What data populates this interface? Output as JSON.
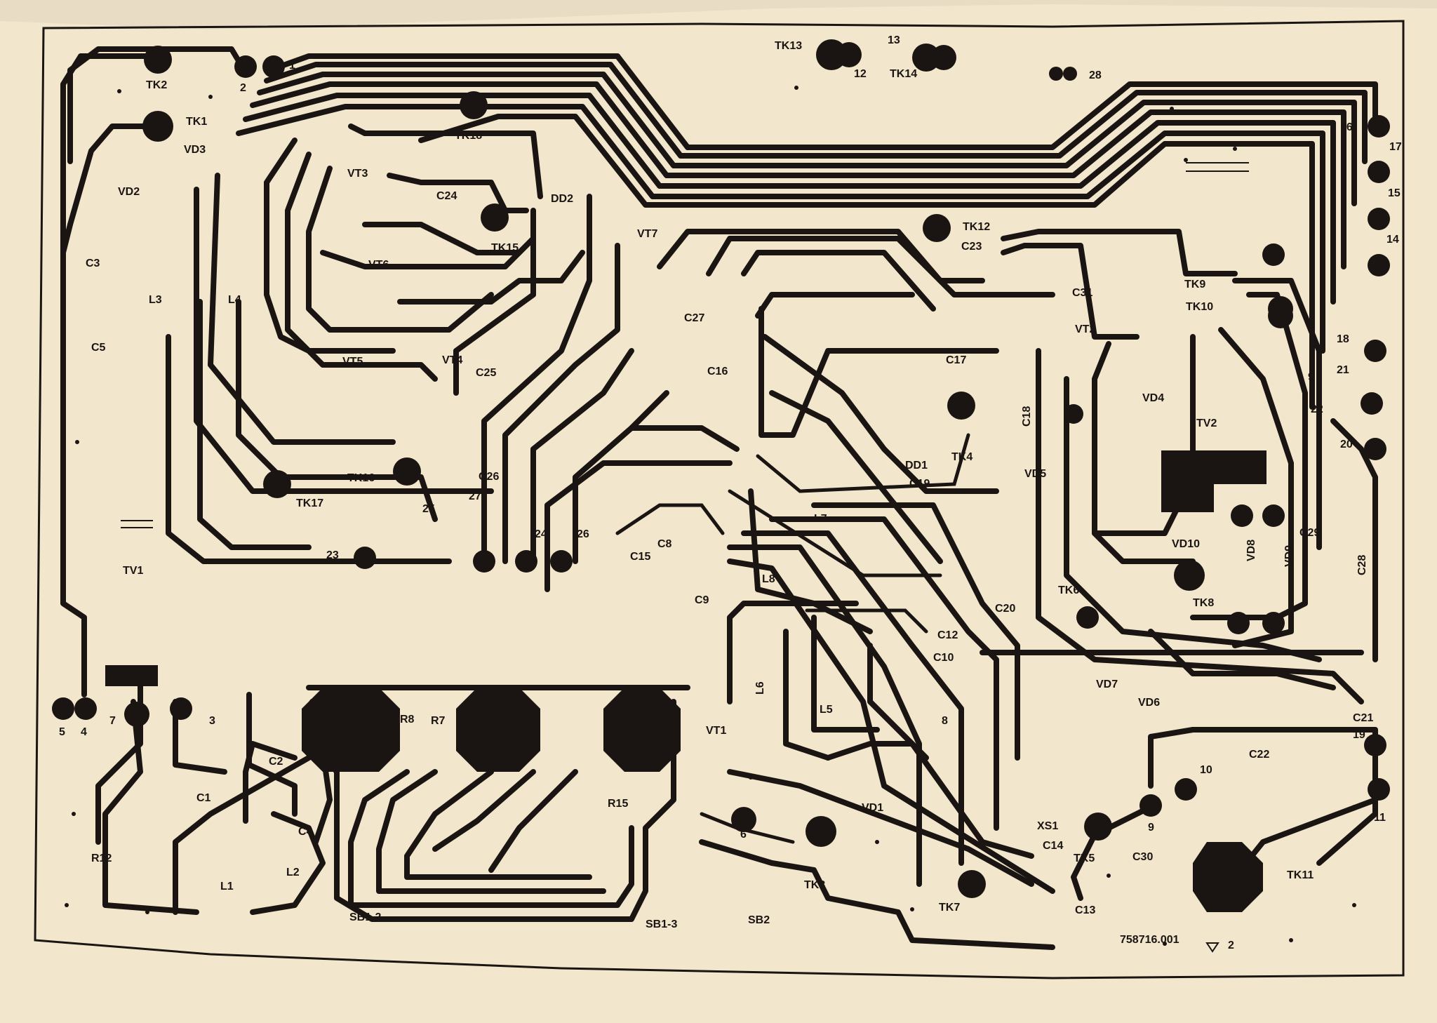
{
  "board": {
    "labels": [
      {
        "id": "tk2",
        "text": "TK2"
      },
      {
        "id": "tk1",
        "text": "TK1"
      },
      {
        "id": "vd3",
        "text": "VD3"
      },
      {
        "id": "vd2",
        "text": "VD2"
      },
      {
        "id": "c3",
        "text": "C3"
      },
      {
        "id": "l3",
        "text": "L3"
      },
      {
        "id": "l4",
        "text": "L4"
      },
      {
        "id": "c5",
        "text": "C5"
      },
      {
        "id": "vt3",
        "text": "VT3"
      },
      {
        "id": "tk18",
        "text": "TK18"
      },
      {
        "id": "c24",
        "text": "C24"
      },
      {
        "id": "dd2",
        "text": "DD2"
      },
      {
        "id": "tk15",
        "text": "TK15"
      },
      {
        "id": "vt6",
        "text": "VT6"
      },
      {
        "id": "vt7",
        "text": "VT7"
      },
      {
        "id": "c27",
        "text": "C27"
      },
      {
        "id": "vt5",
        "text": "VT5"
      },
      {
        "id": "vt4",
        "text": "VT4"
      },
      {
        "id": "c25",
        "text": "C25"
      },
      {
        "id": "c16",
        "text": "C16"
      },
      {
        "id": "tk13",
        "text": "TK13"
      },
      {
        "id": "n12",
        "text": "12"
      },
      {
        "id": "n13",
        "text": "13"
      },
      {
        "id": "tk14",
        "text": "TK14"
      },
      {
        "id": "n28",
        "text": "28"
      },
      {
        "id": "tk12",
        "text": "TK12"
      },
      {
        "id": "c23",
        "text": "C23"
      },
      {
        "id": "c31",
        "text": "C31"
      },
      {
        "id": "vt2",
        "text": "VT2"
      },
      {
        "id": "c17",
        "text": "C17"
      },
      {
        "id": "c18",
        "text": "C18"
      },
      {
        "id": "tk9",
        "text": "TK9"
      },
      {
        "id": "tk10",
        "text": "TK10"
      },
      {
        "id": "n16",
        "text": "16"
      },
      {
        "id": "n17",
        "text": "17"
      },
      {
        "id": "n15",
        "text": "15"
      },
      {
        "id": "n14",
        "text": "14"
      },
      {
        "id": "n18",
        "text": "18"
      },
      {
        "id": "n21",
        "text": "21"
      },
      {
        "id": "n9a",
        "text": "9"
      },
      {
        "id": "n22",
        "text": "22"
      },
      {
        "id": "vd4",
        "text": "VD4"
      },
      {
        "id": "tv2",
        "text": "TV2"
      },
      {
        "id": "n20",
        "text": "20"
      },
      {
        "id": "tk4",
        "text": "TK4"
      },
      {
        "id": "dd1",
        "text": "DD1"
      },
      {
        "id": "c19",
        "text": "C19"
      },
      {
        "id": "vd5",
        "text": "VD5"
      },
      {
        "id": "tk16",
        "text": "TK16"
      },
      {
        "id": "tk17",
        "text": "TK17"
      },
      {
        "id": "c26",
        "text": "C26"
      },
      {
        "id": "n25",
        "text": "25"
      },
      {
        "id": "n27",
        "text": "27"
      },
      {
        "id": "n23",
        "text": "23"
      },
      {
        "id": "n24",
        "text": "24"
      },
      {
        "id": "n26",
        "text": "26"
      },
      {
        "id": "c15",
        "text": "C15"
      },
      {
        "id": "c8",
        "text": "C8"
      },
      {
        "id": "l7",
        "text": "L7"
      },
      {
        "id": "l8",
        "text": "L8"
      },
      {
        "id": "c9",
        "text": "C9"
      },
      {
        "id": "tv1",
        "text": "TV1"
      },
      {
        "id": "vd10",
        "text": "VD10"
      },
      {
        "id": "vd8",
        "text": "VD8"
      },
      {
        "id": "vd9",
        "text": "VD9"
      },
      {
        "id": "c29",
        "text": "C29"
      },
      {
        "id": "c28",
        "text": "C28"
      },
      {
        "id": "tk6",
        "text": "TK6"
      },
      {
        "id": "tk8",
        "text": "TK8"
      },
      {
        "id": "c20",
        "text": "C20"
      },
      {
        "id": "c12",
        "text": "C12"
      },
      {
        "id": "c10",
        "text": "C10"
      },
      {
        "id": "vd7",
        "text": "VD7"
      },
      {
        "id": "vd6",
        "text": "VD6"
      },
      {
        "id": "c21",
        "text": "C21"
      },
      {
        "id": "n19",
        "text": "19"
      },
      {
        "id": "n5",
        "text": "5"
      },
      {
        "id": "n4",
        "text": "4"
      },
      {
        "id": "n7",
        "text": "7"
      },
      {
        "id": "n3",
        "text": "3"
      },
      {
        "id": "r8",
        "text": "R8"
      },
      {
        "id": "r7",
        "text": "R7"
      },
      {
        "id": "l6",
        "text": "L6"
      },
      {
        "id": "l5",
        "text": "L5"
      },
      {
        "id": "vt1",
        "text": "VT1"
      },
      {
        "id": "n8",
        "text": "8"
      },
      {
        "id": "c22",
        "text": "C22"
      },
      {
        "id": "n10",
        "text": "10"
      },
      {
        "id": "c2",
        "text": "C2"
      },
      {
        "id": "c1",
        "text": "C1"
      },
      {
        "id": "r15",
        "text": "R15"
      },
      {
        "id": "vd1",
        "text": "VD1"
      },
      {
        "id": "xs1",
        "text": "XS1"
      },
      {
        "id": "c14",
        "text": "C14"
      },
      {
        "id": "n9b",
        "text": "9"
      },
      {
        "id": "n11",
        "text": "11"
      },
      {
        "id": "r12",
        "text": "R12"
      },
      {
        "id": "c4",
        "text": "C4"
      },
      {
        "id": "l2",
        "text": "L2"
      },
      {
        "id": "l1",
        "text": "L1"
      },
      {
        "id": "n6",
        "text": "6"
      },
      {
        "id": "tk5",
        "text": "TK5"
      },
      {
        "id": "c30",
        "text": "C30"
      },
      {
        "id": "tk3",
        "text": "TK3"
      },
      {
        "id": "tk7",
        "text": "TK7"
      },
      {
        "id": "c13",
        "text": "C13"
      },
      {
        "id": "tk11",
        "text": "TK11"
      },
      {
        "id": "sb12",
        "text": "SB1-2"
      },
      {
        "id": "sb13",
        "text": "SB1-3"
      },
      {
        "id": "sb2",
        "text": "SB2"
      },
      {
        "id": "n1",
        "text": "1"
      },
      {
        "id": "n2",
        "text": "2"
      },
      {
        "id": "part_no",
        "text": "758716.001"
      },
      {
        "id": "rev",
        "text": "2"
      }
    ]
  },
  "colors": {
    "paper": "#f2e6cc",
    "ink": "#1a1512",
    "background": "#e8dcc4"
  },
  "icons": {
    "revision_marker": "triangle-down-icon"
  }
}
